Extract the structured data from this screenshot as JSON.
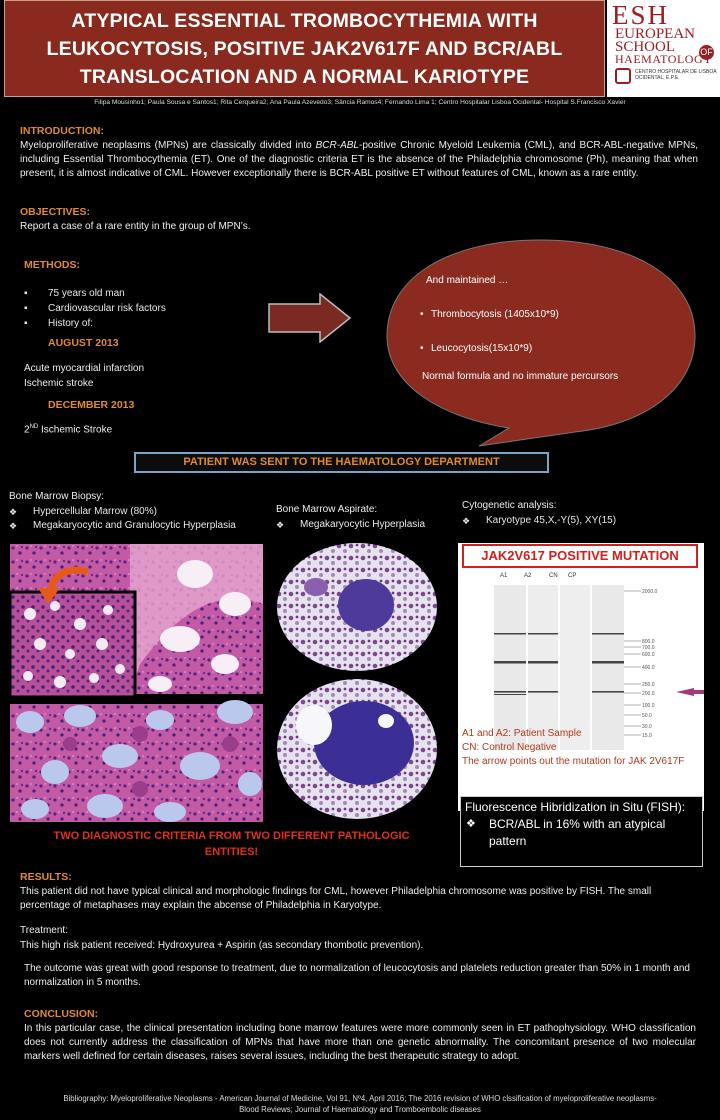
{
  "title": {
    "line1": "ATYPICAL ESSENTIAL TROMBOCYTHEMIA WITH",
    "line2": "LEUKOCYTOSIS, POSITIVE JAK2V617F AND BCR/ABL",
    "line3": "TRANSLOCATION AND A NORMAL KARIOTYPE"
  },
  "logo": {
    "esh": "ESH",
    "european": "EUROPEAN",
    "school": "SCHOOL",
    "of": "OF",
    "haematology": "HAEMATOLOGY",
    "hospital": "CENTRO HOSPITALAR DE LISBOA OCIDENTAL, E.P.E."
  },
  "authors": "Filipa Mousinho1; Paula Sousa e Santos1; Rita Cerqueira2; Ana Paula Azevedo3; Sância Ramos4; Fernando Lima 1; Centro Hospitalar Lisboa Ocidental- Hospital S.Francisco Xavier",
  "introduction": {
    "heading": "INTRODUCTION:",
    "t1": "Myeloproliferative neoplasms (MPNs) are classically divided into ",
    "t1_em": "BCR-ABL",
    "t2": "-positive Chronic Myeloid Leukemia (CML), and BCR-ABL-negative MPNs, including Essential Thrombocythemia (ET). One of the diagnostic criteria ET is the absence of the Philadelphia chromosome (Ph), meaning that when present, it is almost indicative of CML. However exceptionally there is BCR-ABL positive ET without features of CML, known as a rare entity."
  },
  "objectives": {
    "heading": "OBJECTIVES:",
    "text": "Report a case of a rare entity  in the group of MPN’s."
  },
  "methods": {
    "heading": "METHODS:",
    "items": [
      "75 years old man",
      "Cardiovascular risk factors",
      "History of:"
    ],
    "date1": "AUGUST 2013",
    "events1": [
      "Acute myocardial infarction",
      "Ischemic stroke"
    ],
    "date2": "DECEMBER 2013",
    "event2_num": "2",
    "event2_sup": "ND",
    "event2_rest": " Ischemic Stroke"
  },
  "bubble": {
    "lead": "And maintained …",
    "items": [
      "Thrombocytosis (1405x10*9)",
      "Leucocytosis(15x10*9)"
    ],
    "tail": "Normal formula and no immature percursors",
    "color": "#8b2a1f"
  },
  "banner": "PATIENT WAS SENT TO THE HAEMATOLOGY DEPARTMENT",
  "biopsy": {
    "heading": "Bone Marrow Biopsy:",
    "items": [
      "Hypercellular Marrow (80%)",
      "Megakaryocytic and Granulocytic Hyperplasia"
    ]
  },
  "aspirate": {
    "heading": "Bone Marrow Aspirate:",
    "items": [
      "Megakaryocytic Hyperplasia"
    ]
  },
  "cytogenetic": {
    "heading": "Cytogenetic analysis:",
    "items": [
      "Karyotype 45,X,-Y(5), XY(15)"
    ]
  },
  "jak": {
    "title": "JAK2V617 POSITIVE MUTATION",
    "lanes": [
      "A1",
      "A2",
      "CN",
      "CP"
    ],
    "markers": [
      "2000.0",
      "800.0",
      "700.0",
      "600.0",
      "400.0",
      "250.0",
      "200.0",
      "100.0",
      "50.0",
      "30.0",
      "15.0"
    ],
    "caption": [
      "A1 and A2: Patient Sample",
      "CN: Control Negative",
      "The arrow points out the mutation for JAK 2V617F"
    ]
  },
  "fish": {
    "title": "Fluorescence Hibridization in Situ (FISH):",
    "item": "BCR/ABL in 16% with an atypical pattern"
  },
  "criteria": {
    "line1": "TWO DIAGNOSTIC CRITERIA FROM TWO DIFFERENT PATHOLOGIC",
    "line2": "ENTITIES!"
  },
  "results": {
    "heading": "RESULTS:",
    "text": "This patient did not have typical clinical and morphologic findings for CML, however Philadelphia chromosome was positive by FISH. The small percentage of metaphases may explain the abcense of Philadelphia in Karyotype."
  },
  "treatment": {
    "heading": "Treatment:",
    "text": "This high risk patient received: Hydroxyurea + Aspirin (as secondary thombotic prevention).",
    "outcome": "The outcome was great with good response to treatment, due to normalization of leucocytosis and platelets reduction greater than 50% in 1 month and normalization in 5 months."
  },
  "conclusion": {
    "heading": "CONCLUSION:",
    "text": "In this particular case, the clinical presentation including bone marrow features were more commonly seen in ET pathophysiology. WHO classification does not currently address the classification of MPNs that have more than one genetic abnormality. The concomitant presence of two molecular markers well defined for certain diseases, raises several issues, including the best therapeutic strategy to adopt."
  },
  "bibliography": {
    "line1": "Bibliography: Myeloproliferative Neoplasms - American Journal of Medicine, Vol 91, Nº4, April 2016; The 2016 revision of WHO clssification of myeloproliferative neoplasms-",
    "line2": "Blood Reviews; Journal of Haematology and Tromboembolic diseases"
  }
}
